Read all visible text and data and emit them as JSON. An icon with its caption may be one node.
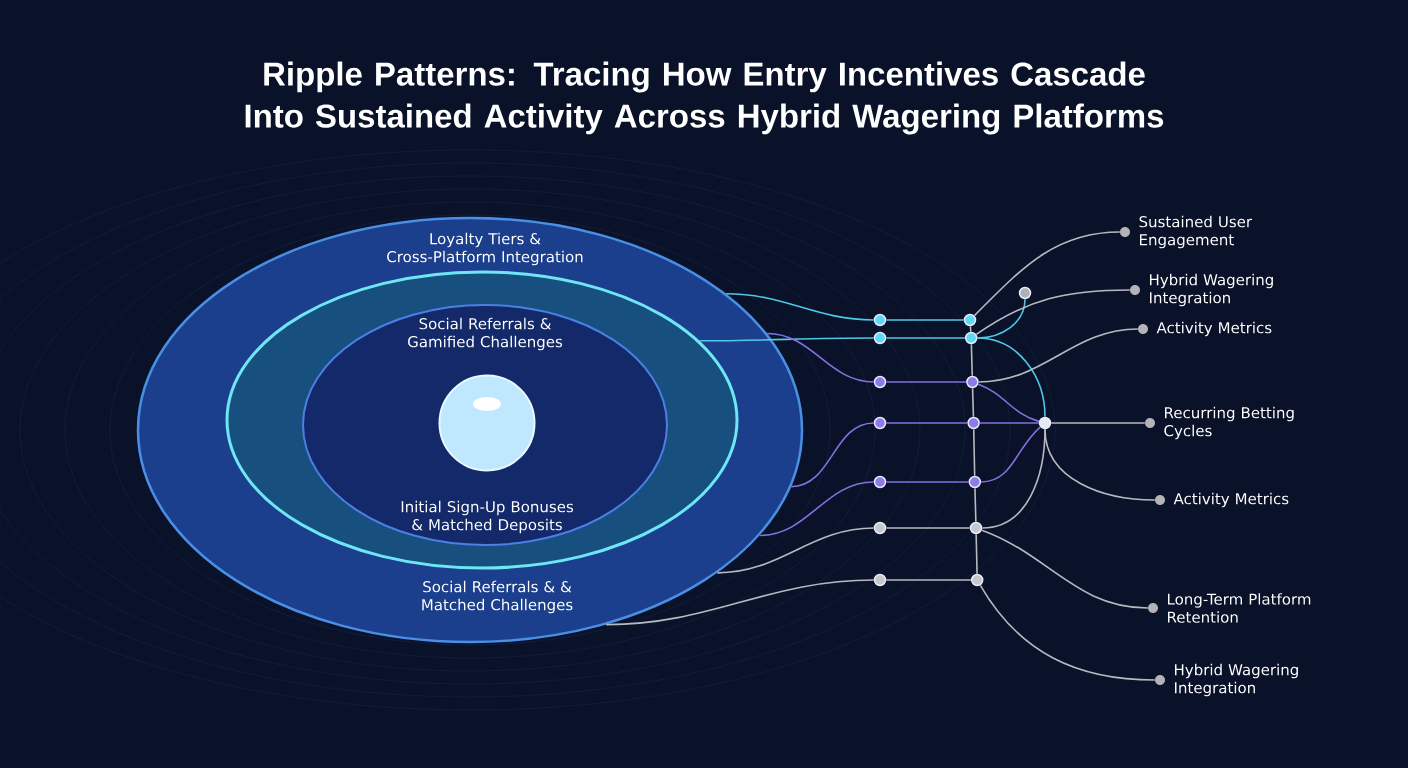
{
  "diagram": {
    "title": "Ripple Patterns: Tracing How Entry Incentives Cascade Into Sustained Activity Across Hybrid Wagering Platforms",
    "nodes": [
      {
        "text": [
          "Loyalty Tiers & Cross-Platform Integration",
          "Social Referrals & & Matched Challenges"
        ]
      },
      {
        "text": [],
        "shape": "circle",
        "in": 0
      },
      {
        "text": [
          "Social Referrals & Gamified Challenges",
          "Initial Sign-Up Bonuses & Matched Deposits"
        ],
        "in": 1
      },
      {
        "text": [],
        "shape": "circle",
        "in": 2
      },
      {
        "text": [],
        "shape": "circle"
      },
      {
        "text": [],
        "shape": "circle"
      },
      {
        "text": [],
        "shape": "circle"
      },
      {
        "text": [],
        "shape": "circle"
      },
      {
        "text": [],
        "shape": "circle"
      },
      {
        "text": [],
        "shape": "circle"
      },
      {
        "text": [],
        "shape": "circle"
      },
      {
        "text": [],
        "shape": "circle"
      },
      {
        "text": [],
        "shape": "circle"
      },
      {
        "text": [],
        "shape": "circle"
      },
      {
        "text": [],
        "shape": "circle"
      },
      {
        "text": [],
        "shape": "circle"
      },
      {
        "text": [],
        "shape": "circle"
      },
      {
        "text": [],
        "shape": "circle"
      },
      {
        "text": [],
        "shape": "circle"
      },
      {
        "text": [],
        "shape": "circle"
      },
      {
        "text": [],
        "shape": "circle",
        "beside": [
          "Sustained User Engagement"
        ]
      },
      {
        "text": [],
        "shape": "circle",
        "beside": [
          "Hybrid Wagering Integration"
        ]
      },
      {
        "text": [],
        "shape": "circle",
        "beside": [
          "Activity Metrics"
        ]
      },
      {
        "text": [],
        "shape": "circle",
        "beside": [
          "Recurring Betting Cycles"
        ]
      },
      {
        "text": [],
        "shape": "circle",
        "beside": [
          "Activity Metrics"
        ]
      },
      {
        "text": [],
        "shape": "circle",
        "beside": [
          "Long-Term Platform Retention"
        ]
      },
      {
        "text": [],
        "shape": "circle",
        "beside": [
          "Hybrid Wagering Integration"
        ]
      }
    ],
    "edges": [
      {
        "from": 0,
        "to": 4,
        "arrow": "none",
        "color": "#4fc8e6"
      },
      {
        "from": 1,
        "to": 5,
        "arrow": "none",
        "color": "#4fc8e6"
      },
      {
        "from": 0,
        "to": 6,
        "arrow": "none",
        "color": "#8570e0"
      },
      {
        "from": 0,
        "to": 7,
        "arrow": "none",
        "color": "#8570e0"
      },
      {
        "from": 0,
        "to": 8,
        "arrow": "none",
        "color": "#8570e0"
      },
      {
        "from": 0,
        "to": 9,
        "arrow": "none"
      },
      {
        "from": 0,
        "to": 10,
        "arrow": "none"
      },
      {
        "from": 4,
        "to": 11,
        "arrow": "none",
        "color": "#4fc8e6"
      },
      {
        "from": 5,
        "to": 12,
        "arrow": "none",
        "color": "#4fc8e6"
      },
      {
        "from": 6,
        "to": 13,
        "arrow": "none",
        "color": "#8570e0"
      },
      {
        "from": 7,
        "to": 14,
        "arrow": "none",
        "color": "#8570e0"
      },
      {
        "from": 8,
        "to": 15,
        "arrow": "none",
        "color": "#8570e0"
      },
      {
        "from": 9,
        "to": 16,
        "arrow": "none"
      },
      {
        "from": 10,
        "to": 17,
        "arrow": "none"
      },
      {
        "from": 11,
        "to": 12,
        "arrow": "none"
      },
      {
        "from": 12,
        "to": 13,
        "arrow": "none"
      },
      {
        "from": 13,
        "to": 14,
        "arrow": "none"
      },
      {
        "from": 14,
        "to": 15,
        "arrow": "none"
      },
      {
        "from": 15,
        "to": 16,
        "arrow": "none"
      },
      {
        "from": 16,
        "to": 17,
        "arrow": "none"
      },
      {
        "from": 11,
        "to": 20,
        "arrow": "none"
      },
      {
        "from": 12,
        "to": 19,
        "arrow": "none",
        "color": "#4fc8e6"
      },
      {
        "from": 12,
        "to": 21,
        "arrow": "none"
      },
      {
        "from": 12,
        "to": 18,
        "arrow": "none",
        "color": "#4fc8e6"
      },
      {
        "from": 13,
        "to": 22,
        "arrow": "none"
      },
      {
        "from": 13,
        "to": 18,
        "arrow": "none",
        "color": "#8570e0"
      },
      {
        "from": 14,
        "to": 18,
        "arrow": "none",
        "color": "#8570e0"
      },
      {
        "from": 15,
        "to": 18,
        "arrow": "none",
        "color": "#8570e0"
      },
      {
        "from": 16,
        "to": 18,
        "arrow": "none"
      },
      {
        "from": 18,
        "to": 23,
        "arrow": "none"
      },
      {
        "from": 18,
        "to": 24,
        "arrow": "none"
      },
      {
        "from": 16,
        "to": 25,
        "arrow": "none"
      },
      {
        "from": 17,
        "to": 26,
        "arrow": "none"
      }
    ]
  }
}
